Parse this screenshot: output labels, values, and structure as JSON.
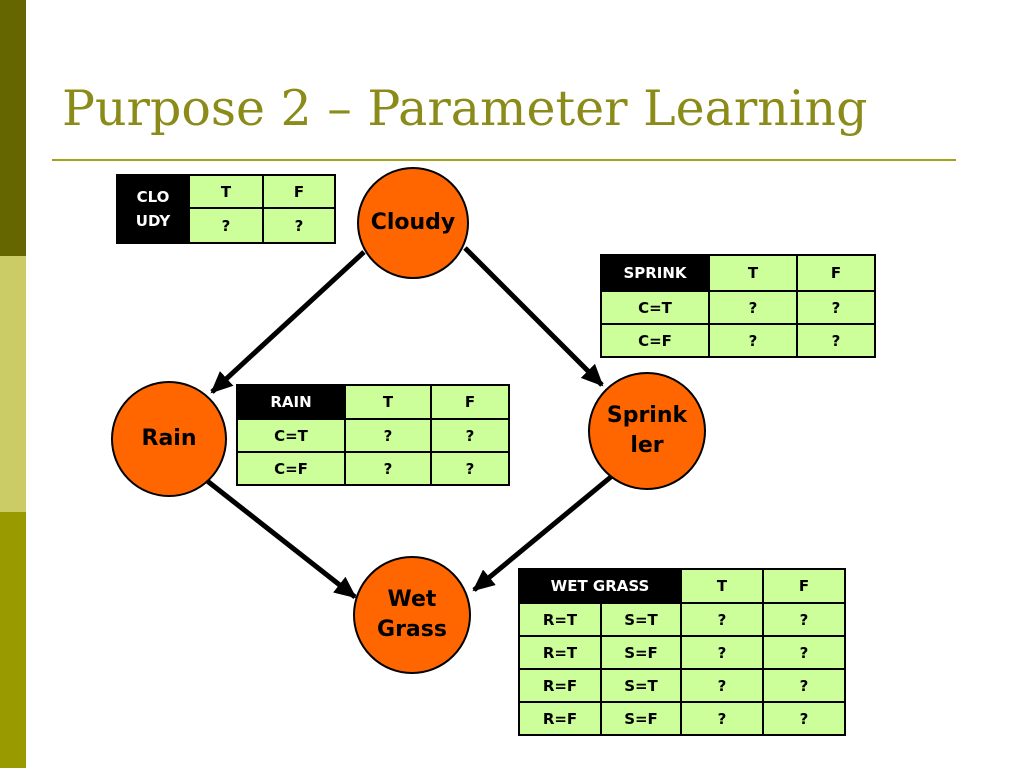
{
  "title": "Purpose 2 – Parameter Learning",
  "colors": {
    "node": "#ff6600",
    "table_cell": "#ccff99",
    "title": "#8b8b1a"
  },
  "nodes": {
    "cloudy": "Cloudy",
    "rain": "Rain",
    "sprinkler_line1": "Sprink",
    "sprinkler_line2": "ler",
    "wetgrass_line1": "Wet",
    "wetgrass_line2": "Grass"
  },
  "edges": [
    {
      "from": "Cloudy",
      "to": "Rain"
    },
    {
      "from": "Cloudy",
      "to": "Sprinkler"
    },
    {
      "from": "Rain",
      "to": "Wet Grass"
    },
    {
      "from": "Sprinkler",
      "to": "Wet Grass"
    }
  ],
  "tables": {
    "cloudy": {
      "name_line1": "CLO",
      "name_line2": "UDY",
      "cols": [
        "T",
        "F"
      ],
      "values": [
        "?",
        "?"
      ]
    },
    "sprinkler": {
      "name": "SPRINK",
      "cols": [
        "T",
        "F"
      ],
      "rows": [
        {
          "cond": "C=T",
          "values": [
            "?",
            "?"
          ]
        },
        {
          "cond": "C=F",
          "values": [
            "?",
            "?"
          ]
        }
      ]
    },
    "rain": {
      "name": "RAIN",
      "cols": [
        "T",
        "F"
      ],
      "rows": [
        {
          "cond": "C=T",
          "values": [
            "?",
            "?"
          ]
        },
        {
          "cond": "C=F",
          "values": [
            "?",
            "?"
          ]
        }
      ]
    },
    "wetgrass": {
      "name": "WET GRASS",
      "cols": [
        "T",
        "F"
      ],
      "rows": [
        {
          "cond1": "R=T",
          "cond2": "S=T",
          "values": [
            "?",
            "?"
          ]
        },
        {
          "cond1": "R=T",
          "cond2": "S=F",
          "values": [
            "?",
            "?"
          ]
        },
        {
          "cond1": "R=F",
          "cond2": "S=T",
          "values": [
            "?",
            "?"
          ]
        },
        {
          "cond1": "R=F",
          "cond2": "S=F",
          "values": [
            "?",
            "?"
          ]
        }
      ]
    }
  }
}
